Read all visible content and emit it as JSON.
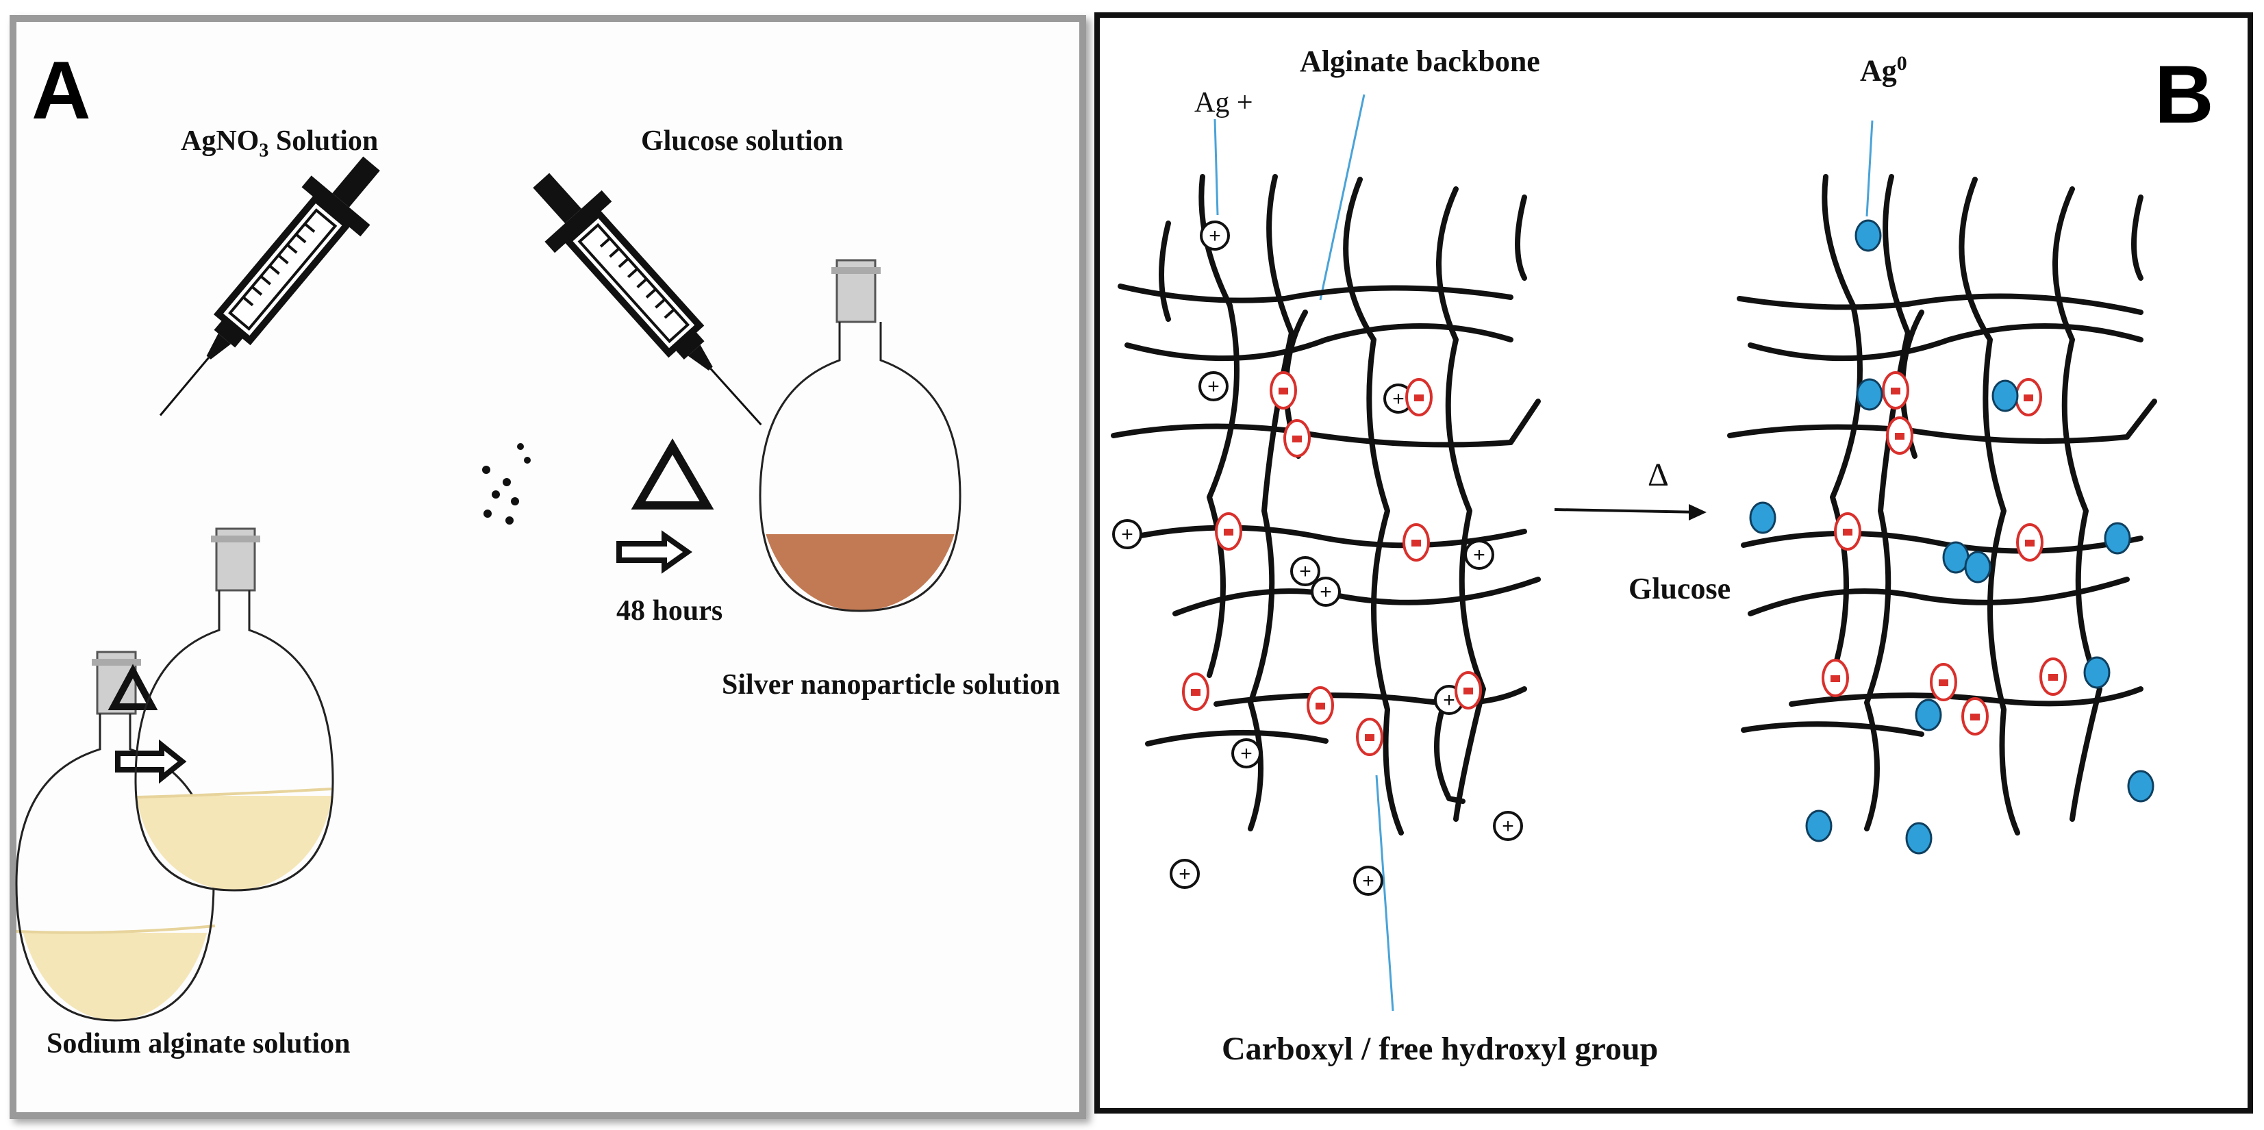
{
  "panel_a": {
    "letter": "A",
    "agno3_label_prefix": "AgNO",
    "agno3_label_sub": "3",
    "agno3_label_suffix": " Solution",
    "glucose_label": "Glucose solution",
    "duration_label": "48 hours",
    "silver_label": "Silver nanoparticle solution",
    "alginate_label": "Sodium  alginate solution",
    "colors": {
      "alginate_liquid": "#f5e6b8",
      "silver_liquid": "#c27a54"
    }
  },
  "panel_b": {
    "letter": "B",
    "ag_plus_label": "Ag +",
    "backbone_label": "Alginate backbone",
    "ag0_label_base": "Ag",
    "ag0_label_sup": "0",
    "delta_label": "Δ",
    "glucose_label": "Glucose",
    "carboxyl_label": "Carboxyl / free hydroxyl group",
    "colors": {
      "leader_line": "#4aa3d8",
      "negative_group": "#d9302c",
      "nanoparticle": "#2e9fd9"
    }
  }
}
